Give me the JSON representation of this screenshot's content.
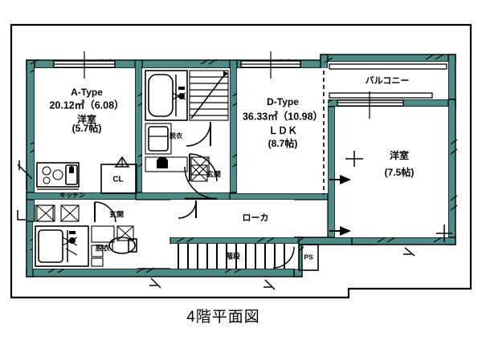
{
  "document": {
    "title": "4階平面図",
    "sheet_type": "floor-plan",
    "floor": "4",
    "language": "ja"
  },
  "colors": {
    "wall": "#4e8b86",
    "line": "#000000",
    "background": "#ffffff",
    "room": "#ffffff"
  },
  "rooms": [
    {
      "id": "a-type",
      "type_label": "A-Type",
      "area_label": "20.12㎡（6.08）",
      "name": "洋室",
      "size_label": "(5.7帖)"
    },
    {
      "id": "d-type",
      "type_label": "D-Type",
      "area_label": "36.33㎡（10.98）",
      "name": "ＬＤＫ",
      "size_label": "(8.7帖)"
    },
    {
      "id": "east-bedroom",
      "name": "洋室",
      "size_label": "(7.5帖)"
    }
  ],
  "spaces": {
    "balcony": "バルコニー",
    "hallway": "ローカ",
    "stairs": "階段",
    "kitchen": "キッチン",
    "closet": "CL",
    "entrance_a": "玄関",
    "entrance_d": "玄関",
    "dressing_upper": "脱衣",
    "dressing_lower": "脱衣",
    "pipe_shaft": "PS"
  }
}
